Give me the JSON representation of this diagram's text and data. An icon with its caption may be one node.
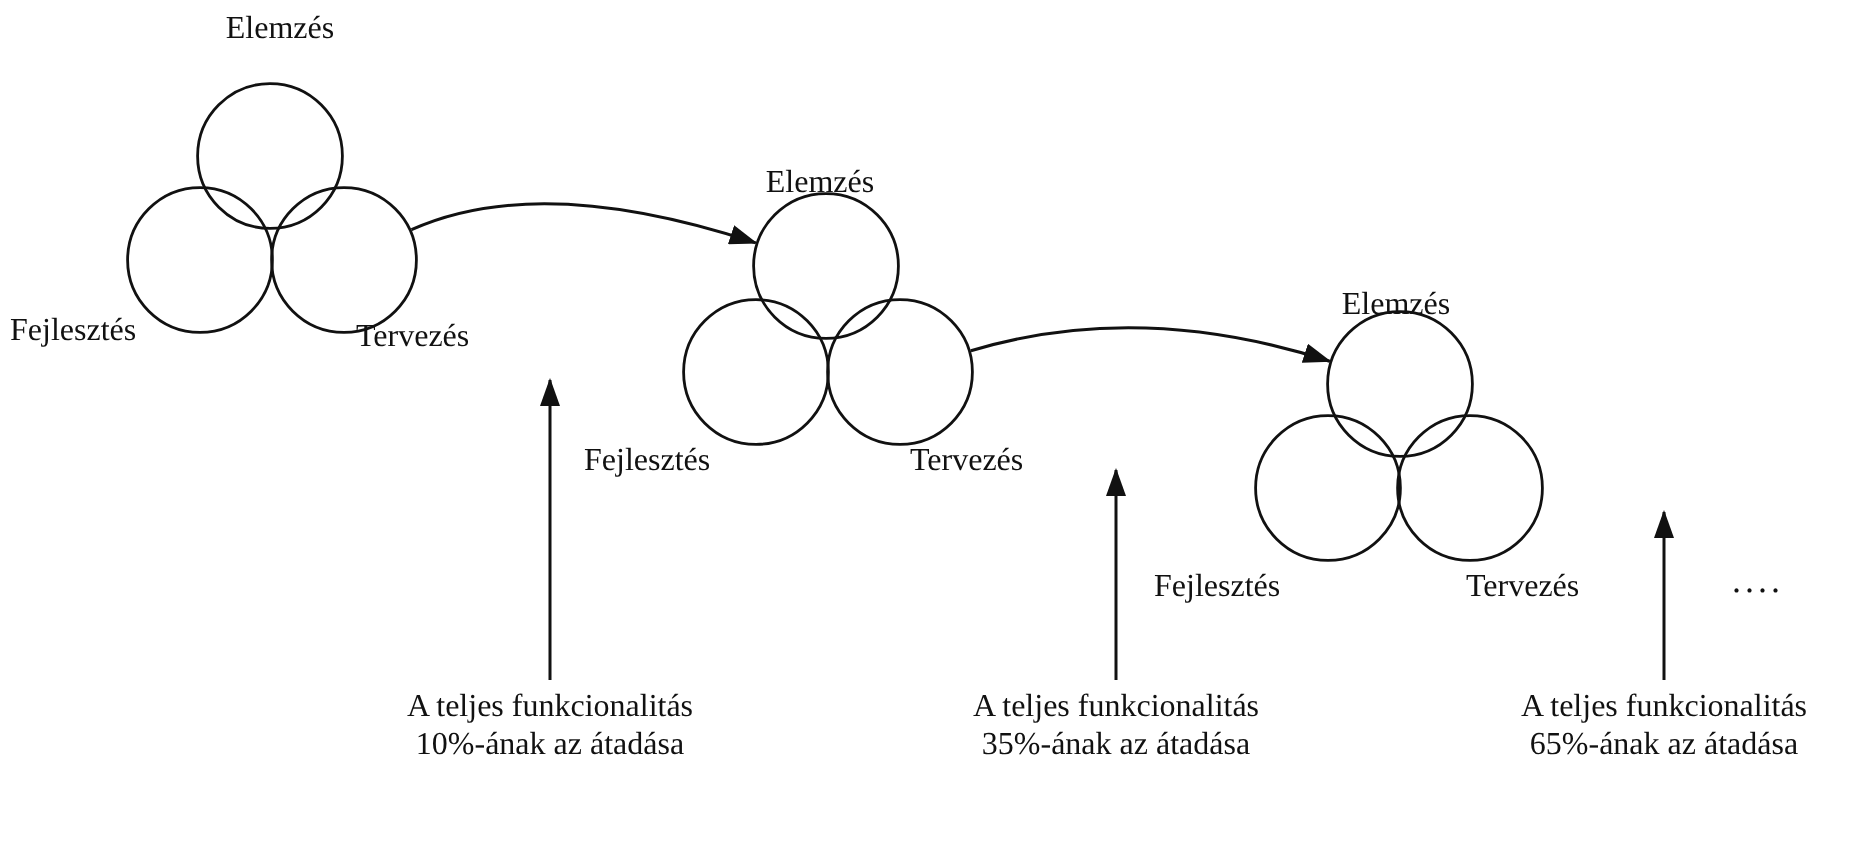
{
  "diagram": {
    "nodes": [
      {
        "text": [
          "Elemzés"
        ]
      },
      {
        "text": [
          "Fejlesztés"
        ]
      },
      {
        "text": [
          "Tervezés"
        ]
      },
      {
        "text": [
          "Elemzés"
        ]
      },
      {
        "text": [
          "Fejlesztés"
        ]
      },
      {
        "text": [
          "Tervezés"
        ]
      },
      {
        "text": [
          "Elemzés"
        ]
      },
      {
        "text": [
          "Fejlesztés"
        ]
      },
      {
        "text": [
          "Tervezés"
        ]
      },
      {
        "text": [
          "A teljes funkcionalitás 10%-ának az átadása"
        ]
      },
      {
        "text": [
          "A teljes funkcionalitás 35%-ának az átadása"
        ]
      },
      {
        "text": [
          "A teljes funkcionalitás 65%-ának az átadása"
        ]
      }
    ],
    "edges": [
      {
        "from": 2,
        "to": 3,
        "arrow": "to"
      },
      {
        "from": 5,
        "to": 6,
        "arrow": "to"
      },
      {
        "from": 9,
        "to": null,
        "arrow": "to"
      },
      {
        "from": 10,
        "to": null,
        "arrow": "to"
      },
      {
        "from": 11,
        "to": null,
        "arrow": "to"
      }
    ],
    "labels": [
      "...."
    ]
  }
}
